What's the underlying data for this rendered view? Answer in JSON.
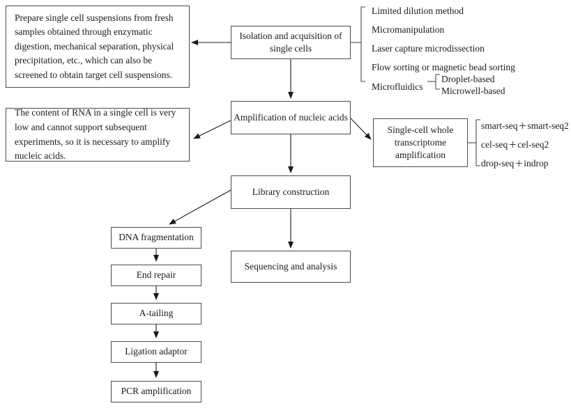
{
  "diagram": {
    "title": "Single-cell sequencing workflow flowchart",
    "stroke_color": "#4a4a4a",
    "text_color": "#1a1a1a",
    "background": "#ffffff"
  },
  "notes": {
    "sample_prep": "Prepare single cell suspensions from fresh samples obtained through enzymatic digestion, mechanical separation, physical precipitation, etc., which can also be screened to obtain target cell suspensions.",
    "rna_content": "The content of RNA in a single cell is very low and cannot support subsequent experiments, so it is necessary to amplify nucleic acids."
  },
  "main_steps": {
    "isolation": "Isolation and acquisition of single cells",
    "amplification": "Amplification of nucleic acids",
    "library": "Library construction",
    "sequencing": "Sequencing and analysis"
  },
  "library_steps": [
    "DNA fragmentation",
    "End repair",
    "A-tailing",
    "Ligation adaptor",
    "PCR amplification"
  ],
  "isolation_methods": [
    "Limited dilution method",
    "Micromanipulation",
    "Laser capture microdissection",
    "Flow sorting or magnetic bead sorting",
    "Microfluidics"
  ],
  "microfluidics_sub": [
    "Droplet-based",
    "Microwell-based"
  ],
  "wta": {
    "box_label": "Single-cell whole transcriptome amplification",
    "methods": [
      {
        "left": "smart-seq",
        "op": "＋",
        "right": "smart-seq2"
      },
      {
        "left": "cel-seq",
        "op": "＋",
        "right": "cel-seq2"
      },
      {
        "left": "drop-seq",
        "op": "＋",
        "right": "indrop"
      }
    ]
  }
}
